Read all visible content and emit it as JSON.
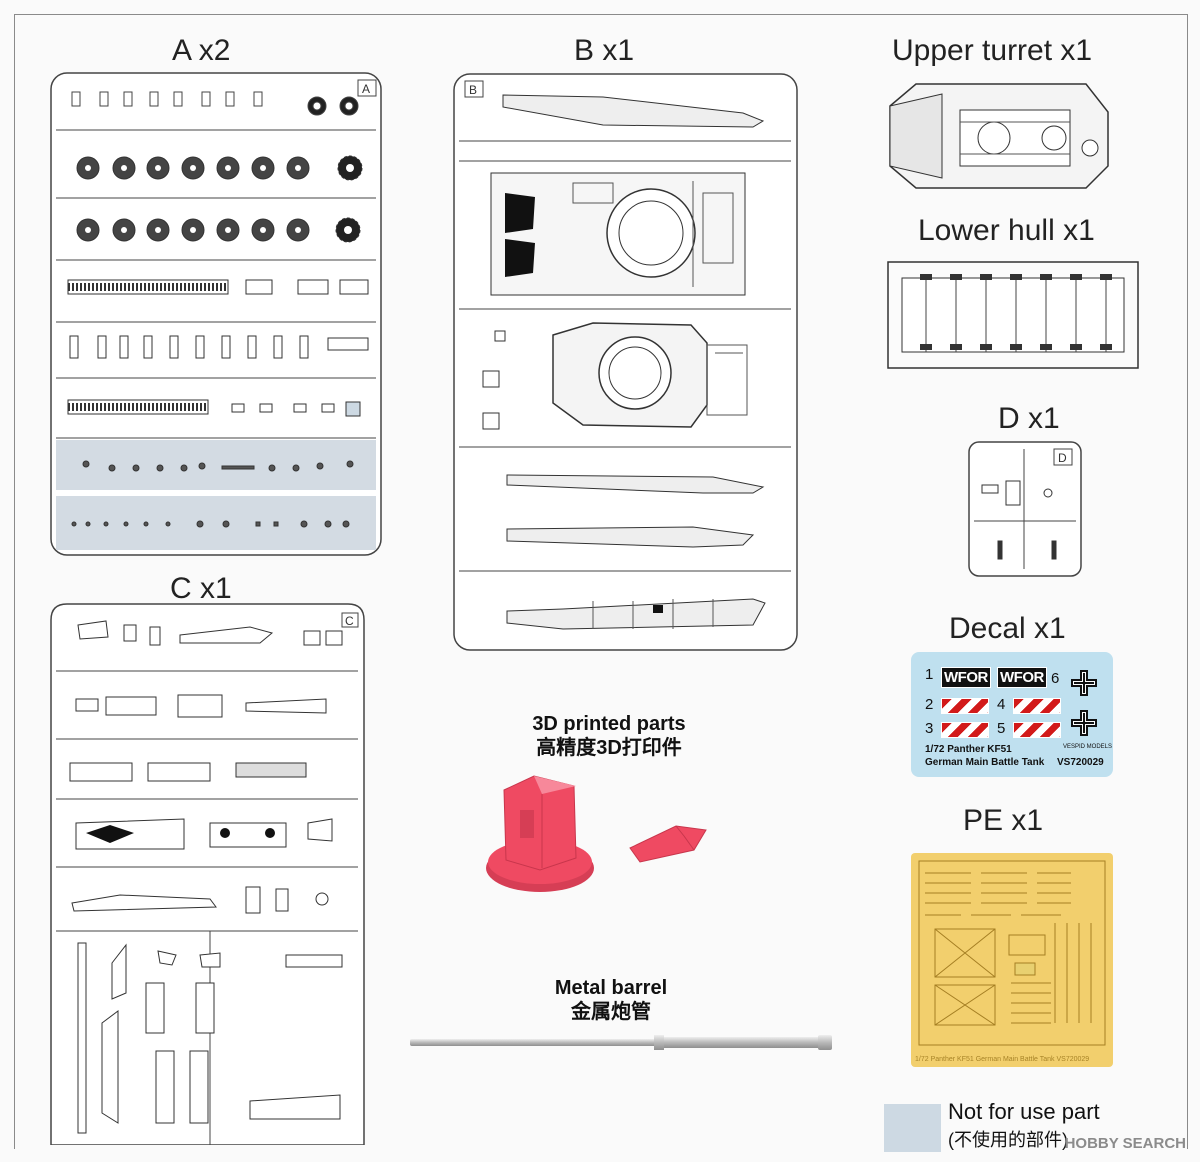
{
  "headers": {
    "a": "A x2",
    "b": "B x1",
    "c": "C x1",
    "d": "D x1",
    "upper_turret": "Upper turret  x1",
    "lower_hull": "Lower hull  x1",
    "decal": "Decal x1",
    "pe": "PE x1"
  },
  "printed_parts": {
    "en": "3D printed parts",
    "zh": "高精度3D打印件"
  },
  "metal_barrel": {
    "en": "Metal barrel",
    "zh": "金属炮管"
  },
  "sprue_letters": {
    "a": "A",
    "b": "B",
    "c": "C",
    "d": "D"
  },
  "decal_sheet": {
    "numbers": [
      "1",
      "2",
      "3",
      "4",
      "5",
      "6"
    ],
    "plate_text": "WFOR",
    "title_line1": "1/72 Panther KF51",
    "title_line2": "German Main Battle Tank",
    "brand": "VESPID MODELS",
    "code": "VS720029"
  },
  "pe_sheet": {
    "footer": "1/72 Panther KF51 German Main Battle Tank  VS720029"
  },
  "legend": {
    "not_for_use_line1": "Not for use part",
    "not_for_use_line2": "(不使用的部件)"
  },
  "watermark": "HOBBY SEARCH",
  "colors": {
    "printed_part": "#ef4a62",
    "decal_bg": "#bfe0ef",
    "pe_brass": "#f2cf6d",
    "not_for_use": "#cdd9e3",
    "stripe_red": "#d21a1a"
  }
}
